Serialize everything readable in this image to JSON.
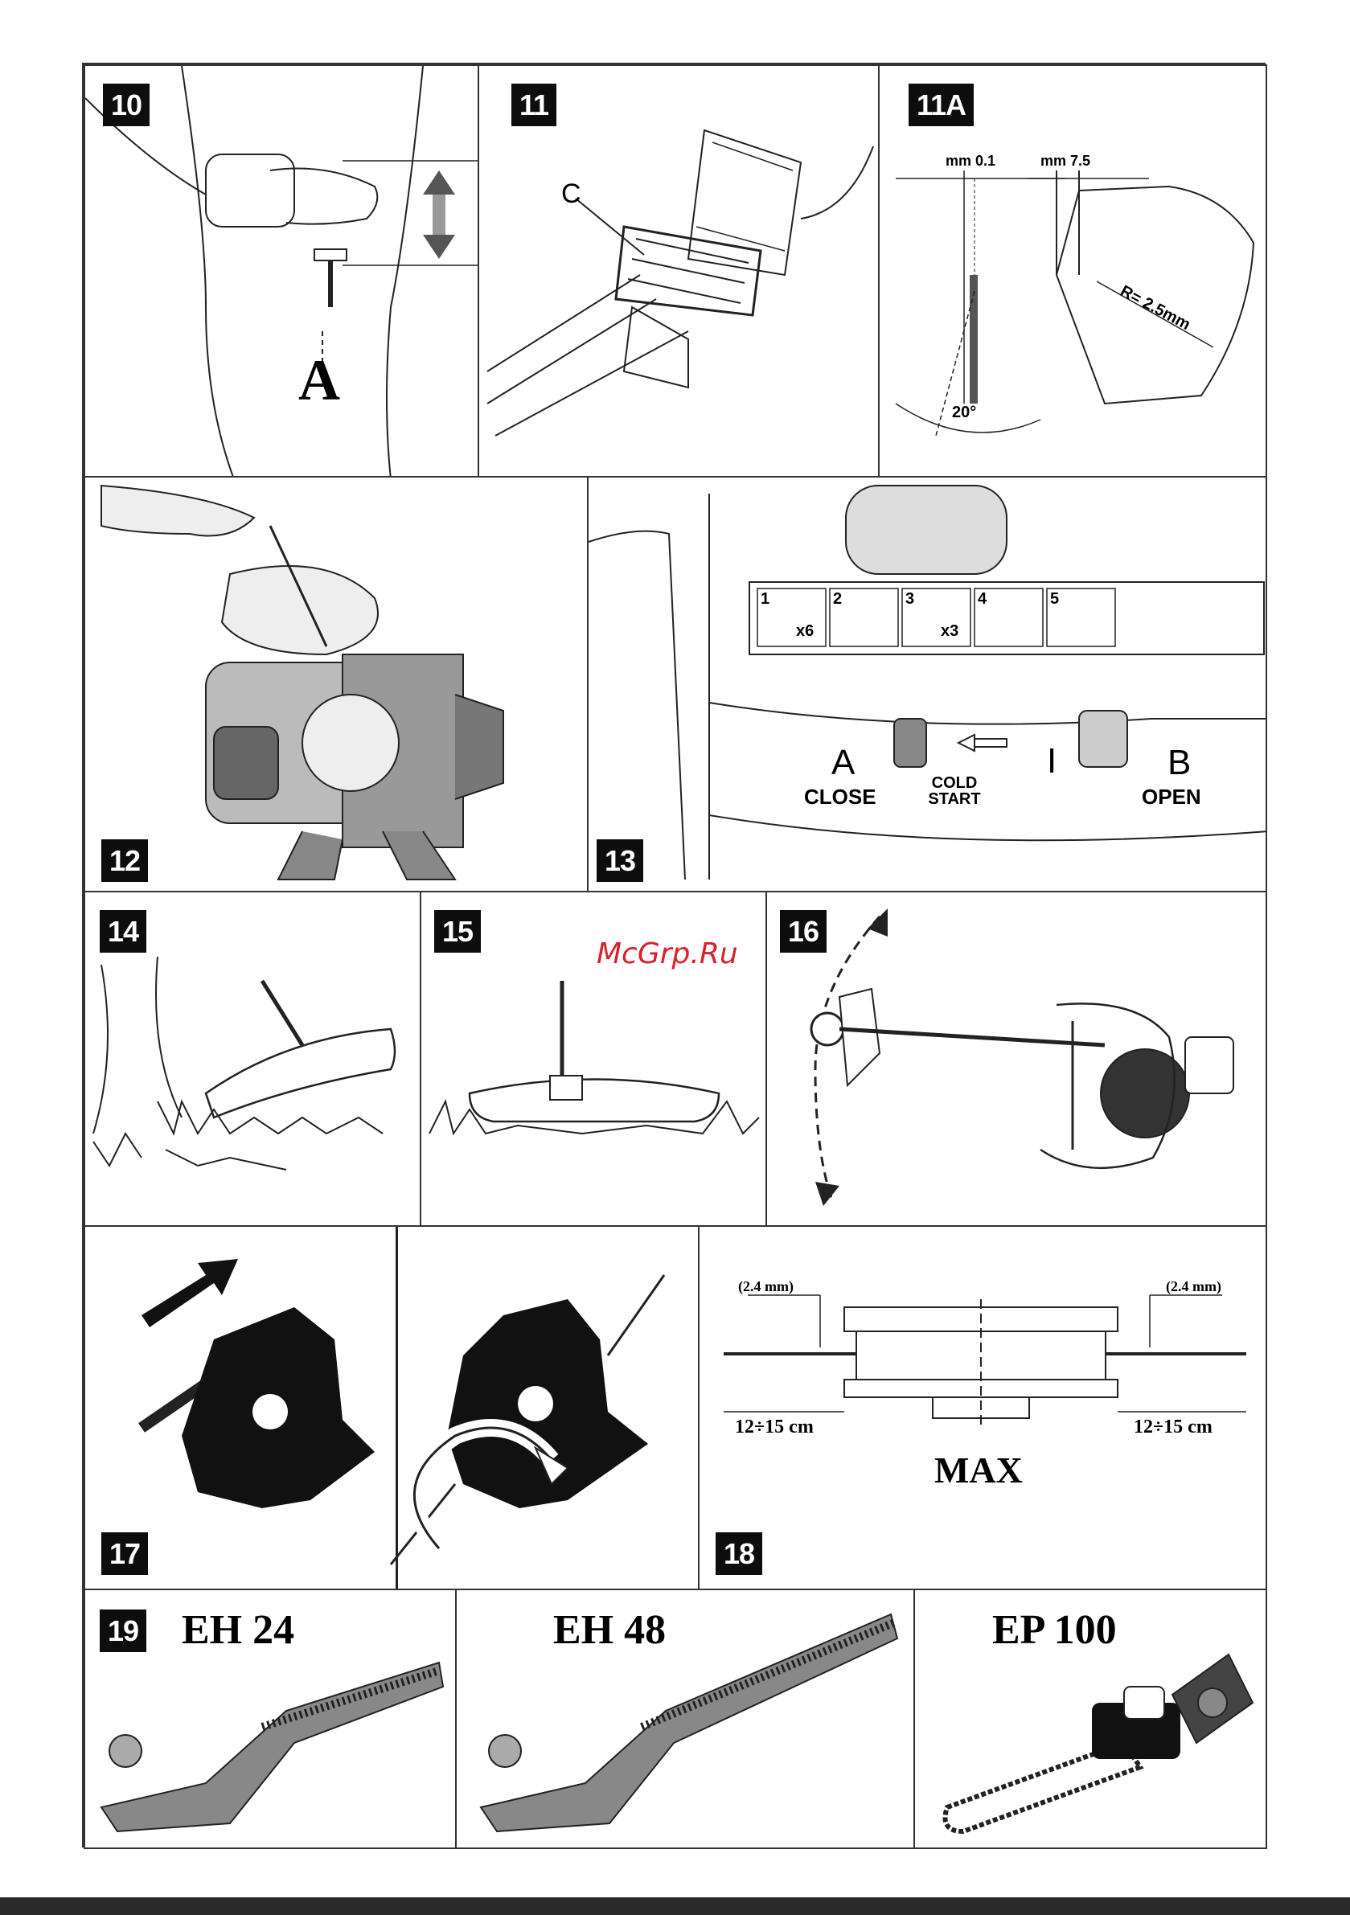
{
  "figures": {
    "f10": {
      "tag": "10",
      "label_a": "A"
    },
    "f11": {
      "tag": "11",
      "label_c": "C"
    },
    "f11a": {
      "tag": "11A",
      "dim_left": "mm 0.1",
      "dim_right": "mm 7.5",
      "radius": "R= 2.5mm",
      "angle": "20°"
    },
    "f12": {
      "tag": "12"
    },
    "f13": {
      "tag": "13",
      "steps": [
        "1",
        "2",
        "3",
        "4",
        "5"
      ],
      "step1_count": "x6",
      "step3_count": "x3",
      "label_a": "A",
      "close": "CLOSE",
      "cold_start": "COLD START",
      "position_i": "I",
      "label_b": "B",
      "open": "OPEN"
    },
    "f14": {
      "tag": "14"
    },
    "f15": {
      "tag": "15"
    },
    "f16": {
      "tag": "16"
    },
    "f17": {
      "tag": "17"
    },
    "f18": {
      "tag": "18",
      "line_left": "(2.4 mm)",
      "line_right": "(2.4 mm)",
      "length_left": "12÷15 cm",
      "length_right": "12÷15 cm",
      "max": "MAX"
    },
    "f19": {
      "tag": "19",
      "model_1": "EH 24",
      "model_2": "EH 48",
      "model_3": "EP 100"
    }
  },
  "watermark": "McGrp.Ru",
  "colors": {
    "watermark": "#d9212a",
    "ink": "#0d0d0d",
    "paper": "#ffffff"
  }
}
